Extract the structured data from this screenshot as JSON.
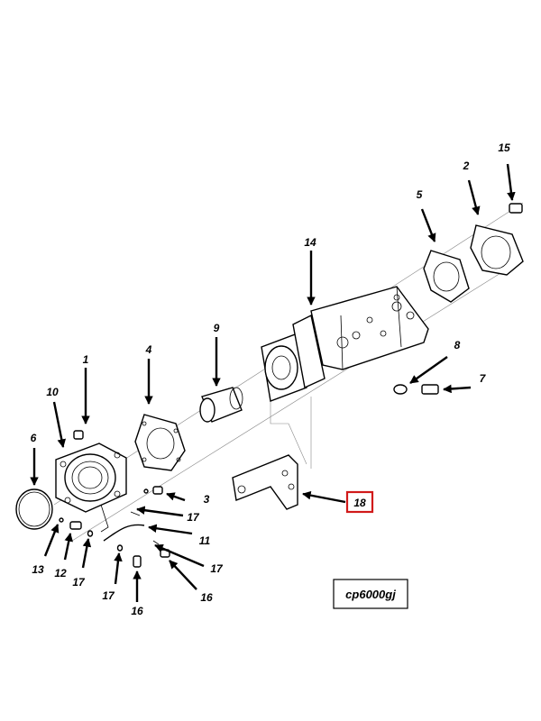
{
  "diagram_code": "cp6000gj",
  "highlight_color": "#d11a1a",
  "highlighted_callout": "18",
  "callouts": {
    "c1": "1",
    "c2": "2",
    "c3": "3",
    "c4": "4",
    "c5": "5",
    "c6": "6",
    "c7": "7",
    "c8": "8",
    "c9": "9",
    "c10": "10",
    "c11": "11",
    "c12": "12",
    "c13": "13",
    "c14": "14",
    "c15": "15",
    "c16a": "16",
    "c16b": "16",
    "c17a": "17",
    "c17b": "17",
    "c17c": "17",
    "c17d": "17",
    "c18": "18"
  }
}
